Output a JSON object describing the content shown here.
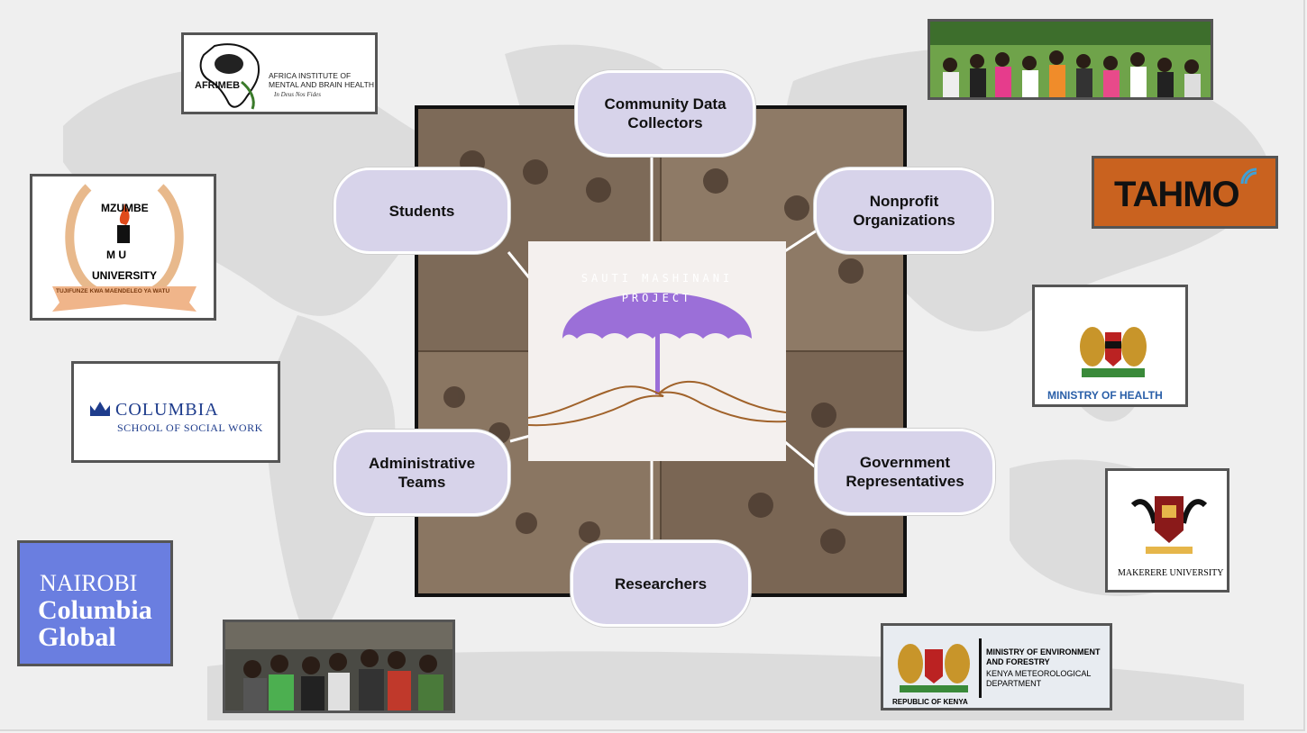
{
  "project": {
    "title_line1": "SAUTI MASHINANI",
    "title_line2": "PROJECT"
  },
  "stakeholders": {
    "community": "Community Data Collectors",
    "students": "Students",
    "nonprofit": "Nonprofit Organizations",
    "admin": "Administrative Teams",
    "government": "Government Representatives",
    "researchers": "Researchers"
  },
  "logos": {
    "afrimeb": {
      "abbr": "AFRIMEB",
      "line1": "AFRICA INSTITUTE OF",
      "line2": "MENTAL AND BRAIN HEALTH",
      "motto": "In Deus Nos Fides"
    },
    "mzumbe": {
      "top": "MZUMBE",
      "mu": "M U",
      "bottom": "UNIVERSITY",
      "motto": "TUJIFUNZE KWA MAENDELEO YA WATU"
    },
    "columbia_ssw": {
      "line1": "COLUMBIA",
      "line2": "SCHOOL OF SOCIAL WORK"
    },
    "nairobi": {
      "line1": "NAIROBI",
      "line2": "Columbia",
      "line3": "Global"
    },
    "tahmo": {
      "name": "TAHMO"
    },
    "moh": {
      "name": "MINISTRY OF HEALTH"
    },
    "makerere": {
      "name": "MAKERERE UNIVERSITY"
    },
    "kenya_met": {
      "line1": "MINISTRY OF ENVIRONMENT",
      "line2": "AND FORESTRY",
      "line3": "KENYA METEOROLOGICAL",
      "line4": "DEPARTMENT",
      "footer": "REPUBLIC OF KENYA"
    }
  },
  "colors": {
    "pill": "#d7d3ea",
    "umbrella": "#9b6fd8",
    "tahmo_bg": "#c9621f",
    "nairobi_bg": "#6a7ee0",
    "sepia": "#8a7560"
  }
}
